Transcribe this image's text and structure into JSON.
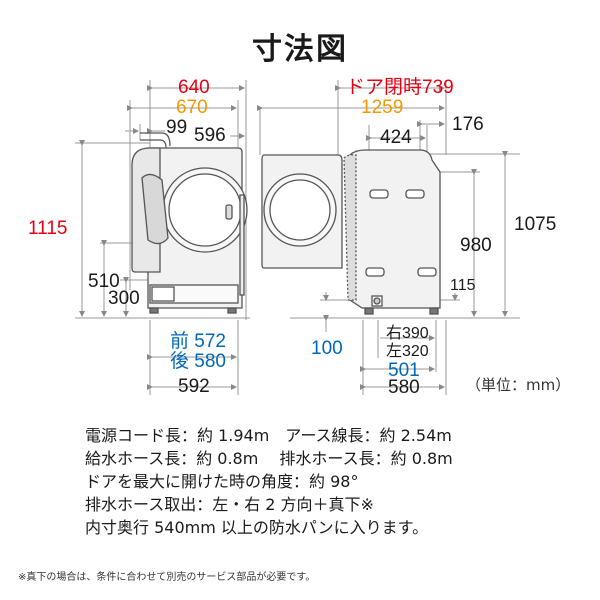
{
  "title": "寸法図",
  "unit": "（単位：mm）",
  "front_view": {
    "width_with_hose": "640",
    "width_with_door_open": "670",
    "hose_offset": "99",
    "body_width": "596",
    "total_height": "1115",
    "height_510": "510",
    "height_300": "300",
    "foot_front": "前 572",
    "foot_rear": "後 580",
    "base_width": "592"
  },
  "side_view": {
    "door_closed_depth": "ドア閉時739",
    "door_open_depth": "1259",
    "depth_176": "176",
    "depth_424": "424",
    "height_1075": "1075",
    "height_980": "980",
    "height_115": "115",
    "clearance_100": "100",
    "drain_right": "右390",
    "drain_left": "左320",
    "foot_depth": "501",
    "base_depth": "580"
  },
  "colors": {
    "red": "#e60012",
    "orange": "#f39800",
    "blue": "#0068b7",
    "body_fill": "#f2f2f2",
    "outline": "#555555"
  },
  "notes": [
    "電源コード長：約 1.94m　アース線長：約 2.54m",
    "給水ホース長：約 0.8m　 排水ホース長：約 0.8m",
    "ドアを最大に開けた時の角度：約 98°",
    "排水ホース取出：左・右 2 方向＋真下※",
    "内寸奥行 540mm 以上の防水パンに入ります。"
  ],
  "footnote": "※真下の場合は、条件に合わせて別売のサービス部品が必要です。"
}
